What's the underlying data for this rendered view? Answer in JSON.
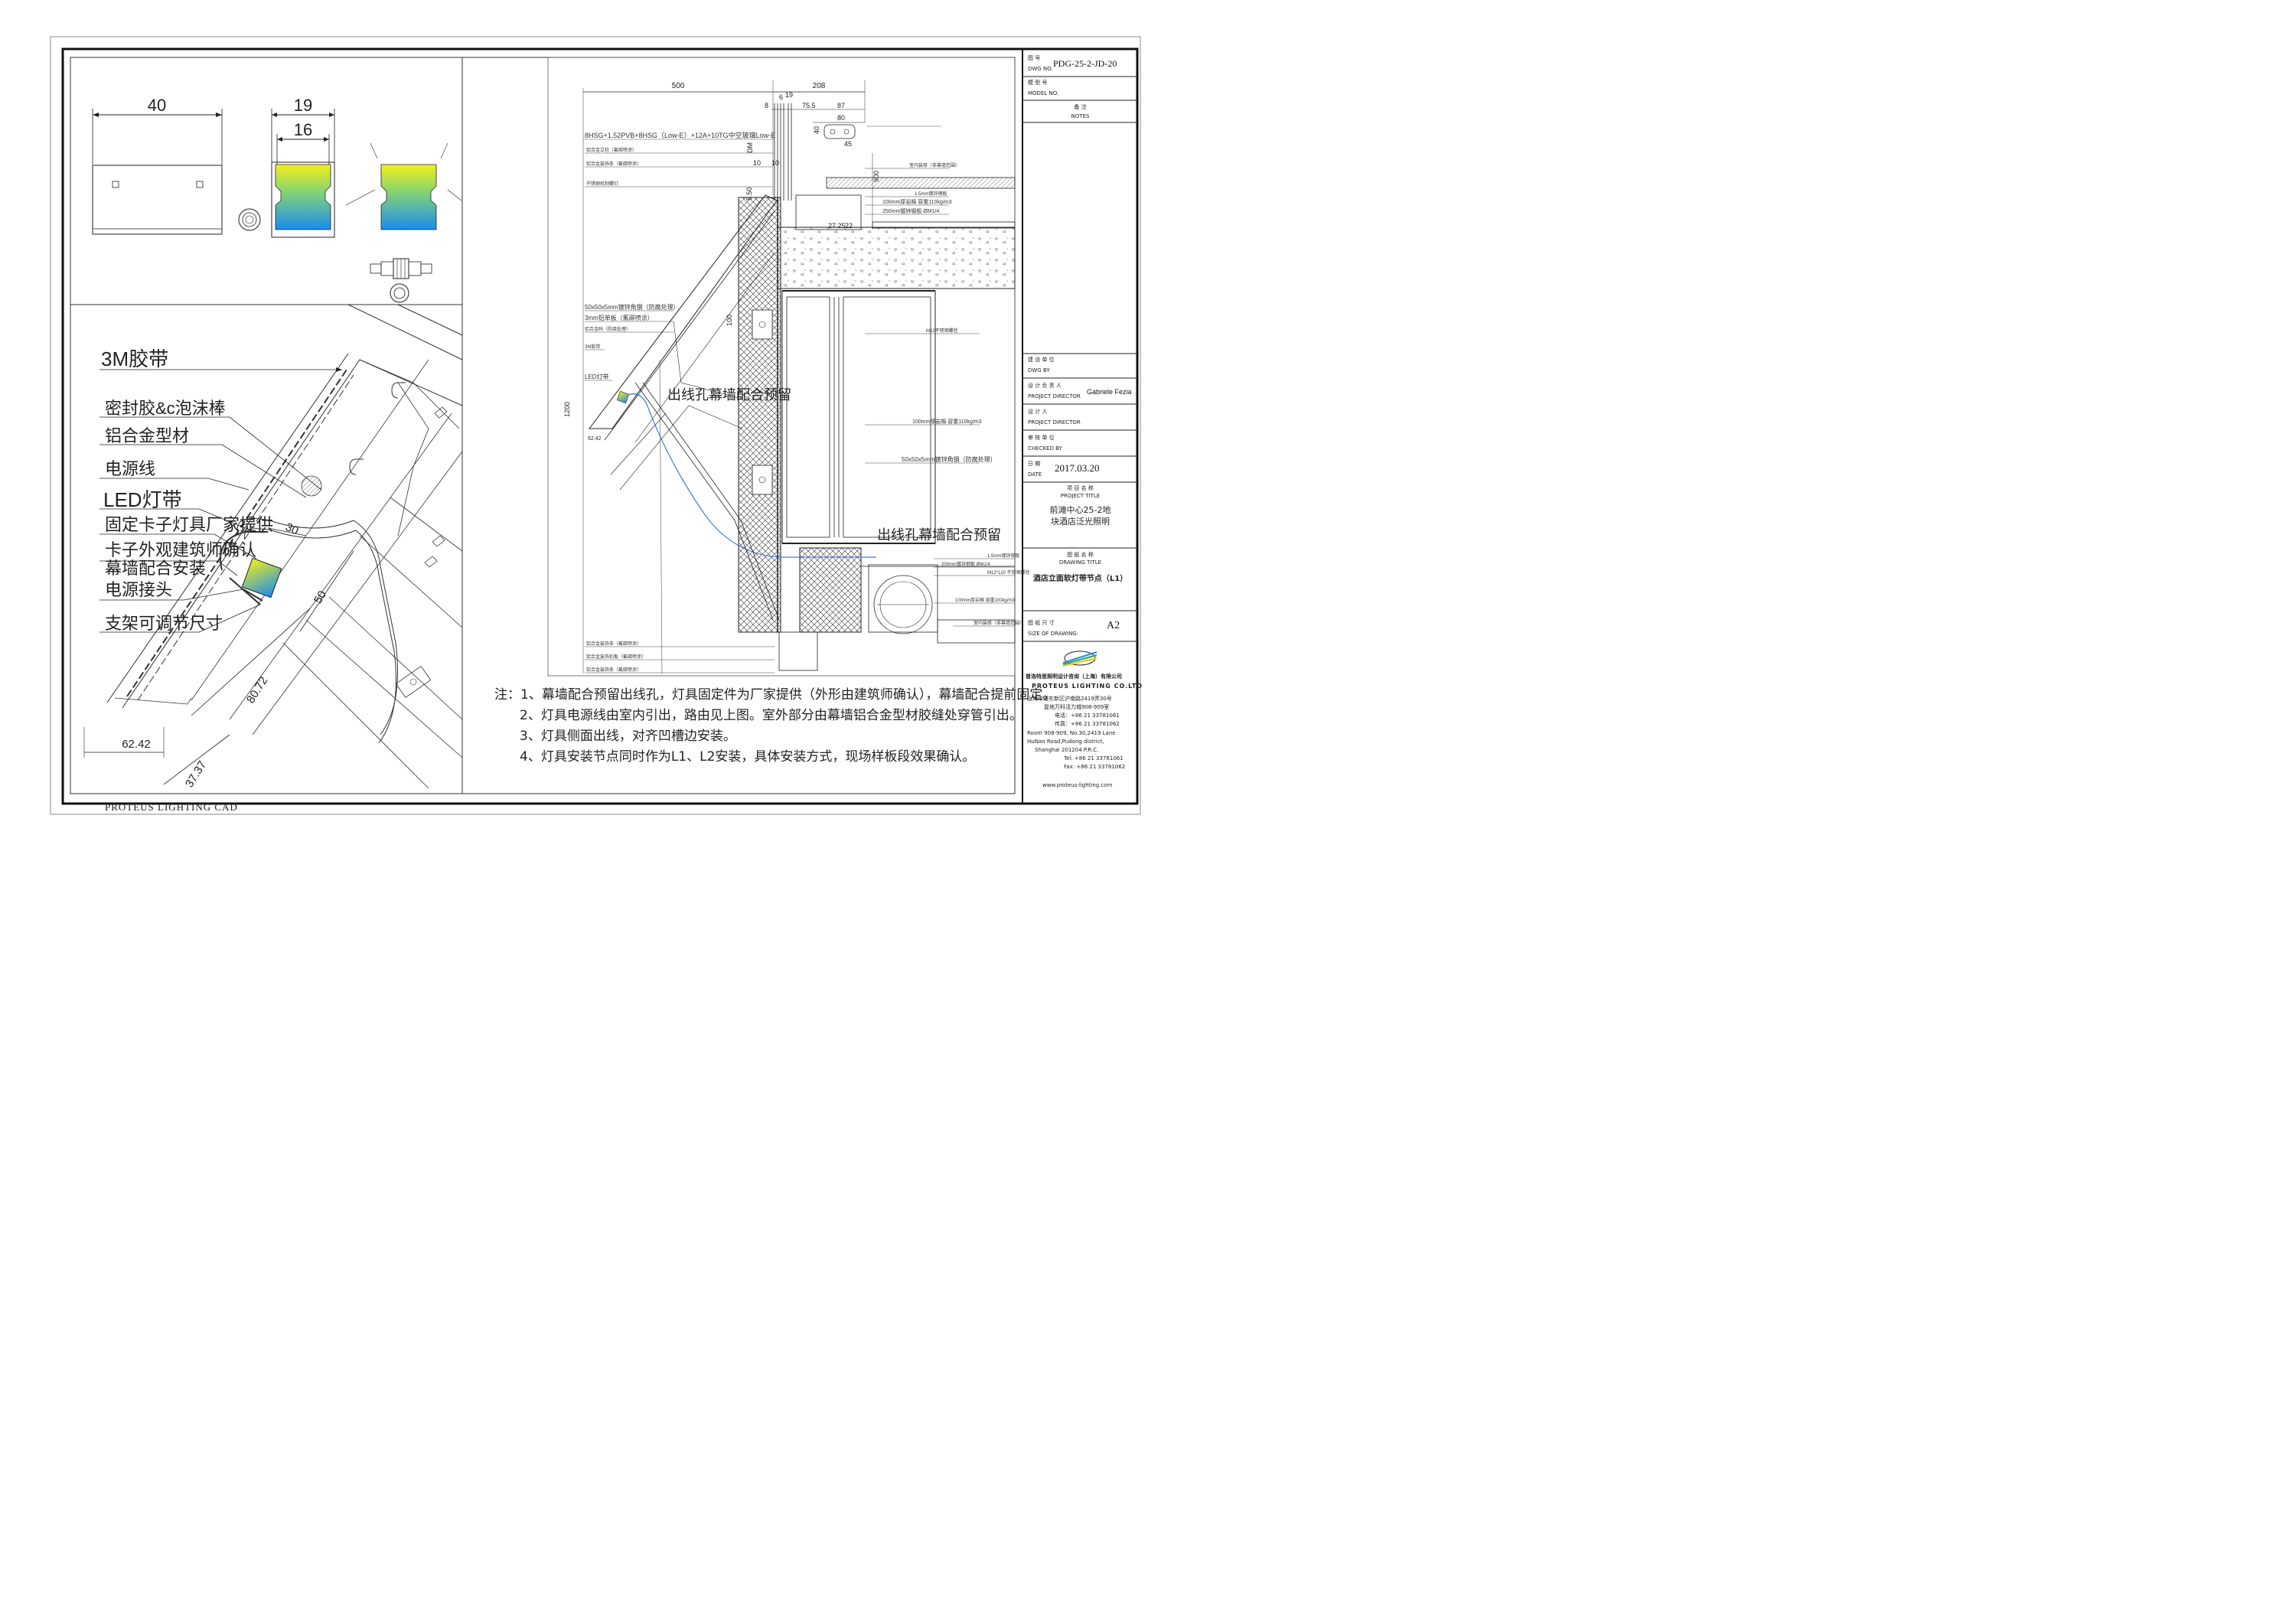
{
  "colors": {
    "line": "#222222",
    "led_top": "#f2ef1a",
    "led_bottom": "#1a8cf0",
    "blue_line": "#1a5fd0"
  },
  "left_top": {
    "dims": {
      "profile_width": "40",
      "led_width": "19",
      "led_inner": "16"
    }
  },
  "left_bottom": {
    "labels": [
      "3M胶带",
      "密封胶&c泡沫棒",
      "铝合金型材",
      "电源线",
      "LED灯带",
      "固定卡子灯具厂家提供",
      "卡子外观建筑师确认",
      "幕墙配合安装",
      "电源接头",
      "支架可调节尺寸"
    ],
    "dims": {
      "d30": "30",
      "d50": "50",
      "d80": "80.72",
      "d62": "62.42",
      "d37": "37.37"
    }
  },
  "right_section": {
    "dims": {
      "d500": "500",
      "d208": "208",
      "d8": "8",
      "d6": "6",
      "d19": "19",
      "d755": "75.5",
      "d87": "87",
      "d80": "80",
      "d40": "40",
      "d45": "45",
      "d900": "900",
      "d10a": "10",
      "d10b": "10",
      "d550": "5.50",
      "d2725": "27.25",
      "d22": "22",
      "d100": "100",
      "d1200": "1200",
      "d6242": "62.42",
      "dM": "DM"
    },
    "glass_spec": "8HSG+1.52PVB+8HSG（Low-E）+12A+10TG中空玻璃Low-E",
    "big_labels": [
      "出线孔幕墙配合预留",
      "出线孔幕墙配合预留"
    ],
    "small_labels_left": [
      "铝合金立柱（氟碳喷涂）",
      "铝合金装饰条（氟碳喷涂）",
      "不锈钢机制螺钉",
      "50x50x5mm镀锌角钢（防腐处理）",
      "3mm铝单板（氟碳喷涂）",
      "铝合金码（防腐处理）",
      "3M胶带",
      "LED灯带",
      "铝合金装饰条（氟碳喷涂）",
      "铝合金装饰扣板（氟碳喷涂）",
      "铝合金装饰条（氟碳喷涂）"
    ],
    "small_labels_right": [
      "室内装修（非幕墙范围）",
      "1.5mm镀锌钢板",
      "100mm厚岩棉 容重110kg/m3",
      "250mm镀锌钢板 ØM1/4",
      "M12不锈钢螺栓",
      "100mm厚岩棉 容重110kg/m3",
      "50x50x5mm镀锌角钢（防腐处理）",
      "1.5mm镀锌钢板",
      "200mm镀锌钢板 ØM1/4",
      "M12*120 不锈钢螺栓",
      "100mm厚岩棉 容重100kg/m3",
      "室内装修（非幕墙范围）"
    ]
  },
  "notes": [
    "注：1、幕墙配合预留出线孔，灯具固定件为厂家提供（外形由建筑师确认），幕墙配合提前固定。",
    "2、灯具电源线由室内引出，路由见上图。室外部分由幕墙铝合金型材胶缝处穿管引出。",
    "3、灯具侧面出线，对齐凹槽边安装。",
    "4、灯具安装节点同时作为L1、L2安装，具体安装方式，现场样板段效果确认。"
  ],
  "bottom_label": "PROTEUS LIGHTING CAD",
  "title_block": {
    "dwg_no_label_cn": "图 号",
    "dwg_no_label_en": "DWG NO.",
    "dwg_no": "PDG-25-2-JD-20",
    "model_label_cn": "模 型 号",
    "model_label_en": "MODEL NO.",
    "notes_label_cn": "备 注",
    "notes_label_en": "NOTES",
    "dwg_by_cn": "建 设 单 位",
    "dwg_by_en": "DWG BY",
    "director_cn": "设 计 负 责 人",
    "director_en": "PROJECT DIRECTOR",
    "director_name": "Gabriele Fezia",
    "designer_cn": "设 计 人",
    "designer_en": "PROJECT DIRECTOR",
    "checked_cn": "审 核 单 位",
    "checked_en": "CHECKED BY",
    "date_cn": "日 期",
    "date_en": "DATE",
    "date": "2017.03.20",
    "project_label_cn": "项 目 名 称",
    "project_label_en": "PROJECT TITLE",
    "project_line1": "前滩中心25-2地",
    "project_line2": "块酒店泛光照明",
    "drawing_label_cn": "图 纸 名 称",
    "drawing_label_en": "DRAWING TITLE",
    "drawing_title": "酒店立面软灯带节点（L1）",
    "size_label_cn": "图 纸 尺 寸",
    "size_label_en": "SIZE OF DRAWING:",
    "size": "A2",
    "company_cn": "普洛特思照明设计咨询（上海）有限公司",
    "company_en": "PROTEUS LIGHTING CO.LTD",
    "address": [
      "上海市浦东新区沪南路2419弄30号",
      "复地万科活力城908-909室",
      "电话：+86 21 33781061",
      "传真：+86 21 33781062",
      "Room 908-909, No.30,2419 Lane",
      "HuNan Road,Pudong district,",
      "Shanghai 201204 P.R.C.",
      "Tel: +86 21 33781061",
      "Fax: +86 21 33781062",
      "www.proteus-lighting.com"
    ]
  }
}
